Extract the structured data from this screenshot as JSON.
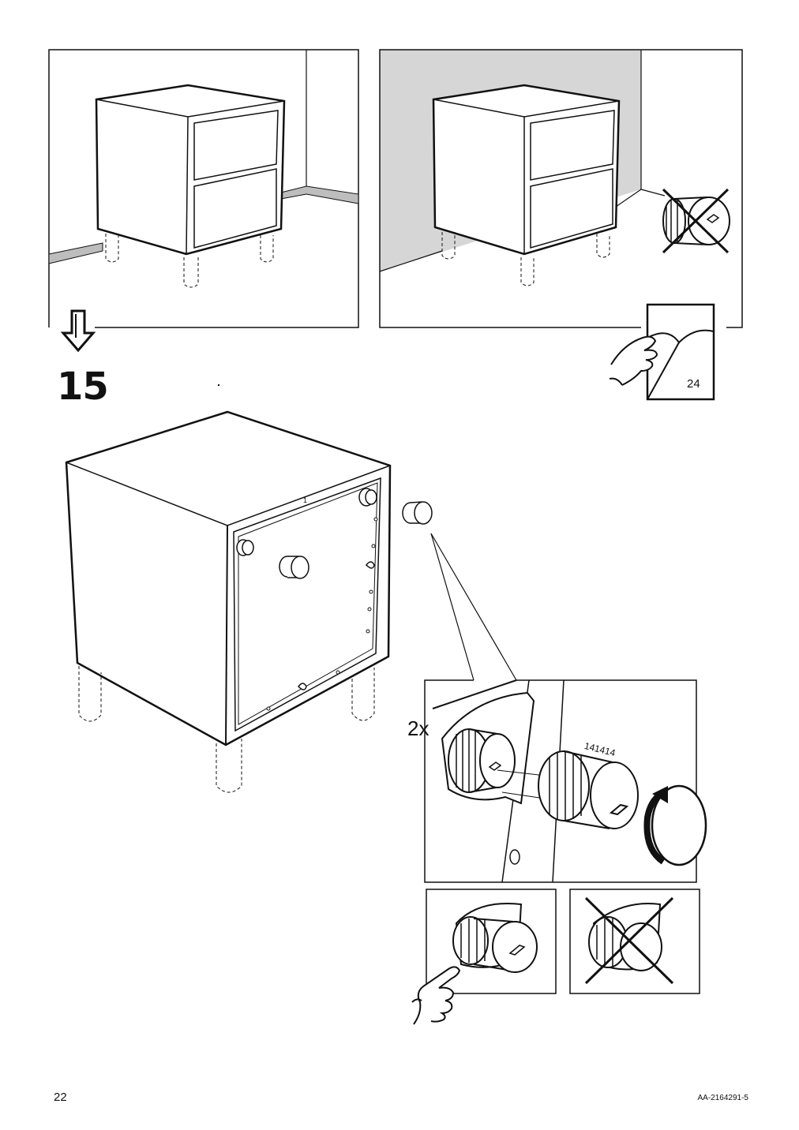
{
  "step": {
    "number": "15"
  },
  "detail": {
    "quantity": "2x",
    "part_number": "141414"
  },
  "reference": {
    "page": "24"
  },
  "footer": {
    "page_number": "22",
    "document_code": "AA-2164291-5"
  },
  "icons": [
    "arrow-down-icon",
    "cross-out-icon",
    "page-turn-hand-icon",
    "rotate-arrow-icon",
    "press-hand-icon"
  ],
  "colors": {
    "line": "#111111",
    "wall_shade": "#d6d6d6"
  }
}
